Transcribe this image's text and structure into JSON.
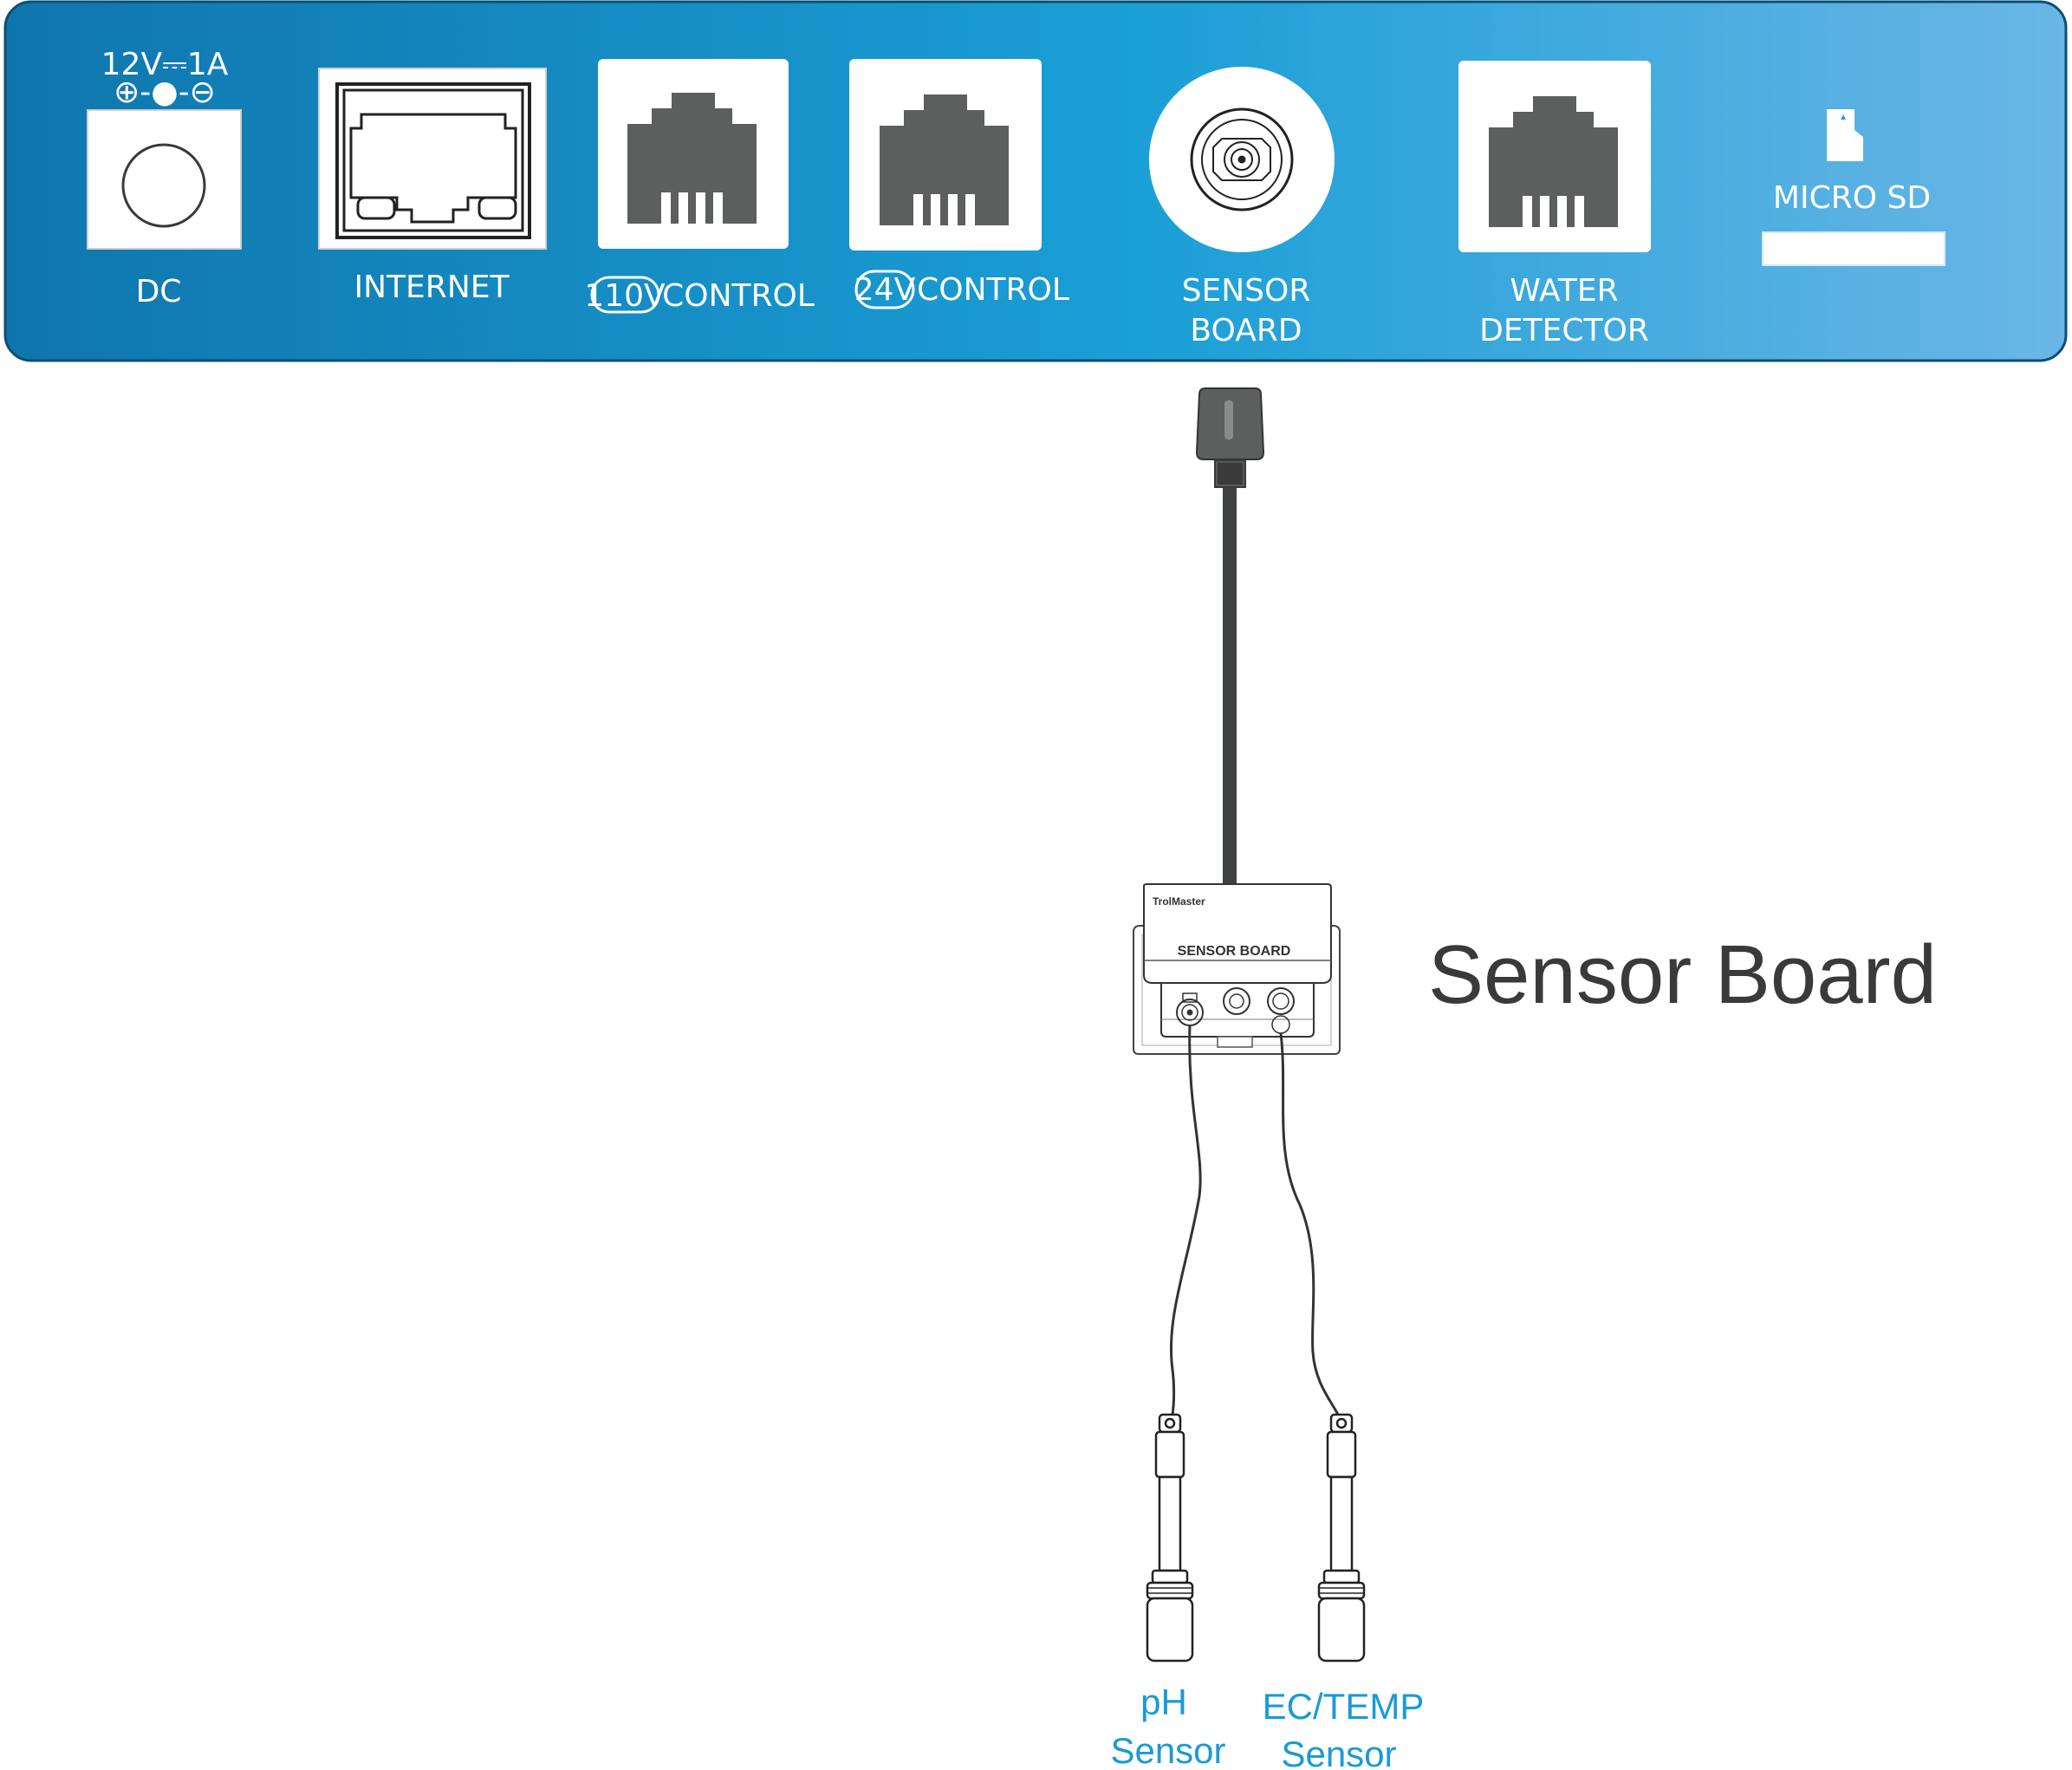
{
  "panel": {
    "dc": {
      "rating": "12V⎓1A",
      "polarity": "⊕-●-⊖",
      "label": "DC"
    },
    "internet": {
      "label": "INTERNET"
    },
    "control_110v": {
      "badge": "110V",
      "label": "CONTROL"
    },
    "control_24v": {
      "badge": "24V",
      "label": "CONTROL"
    },
    "sensor_board_port": {
      "line1": "SENSOR",
      "line2": "BOARD"
    },
    "water_detector": {
      "line1": "WATER",
      "line2": "DETECTOR"
    },
    "micro_sd": {
      "label": "MICRO SD"
    }
  },
  "device": {
    "brand": "TrolMaster",
    "label": "SENSOR BOARD"
  },
  "title": "Sensor Board",
  "probes": {
    "ph": {
      "line1": "pH",
      "line2": "Sensor"
    },
    "ec": {
      "line1": "EC/TEMP",
      "line2": "Sensor"
    }
  },
  "colors": {
    "panel_left": "#0f76ad",
    "panel_mid": "#1a9fd6",
    "panel_right": "#6ab6e6",
    "jack_grey": "#5d5f5f",
    "label_blue": "#1a9ad6",
    "title_text": "#3a3a3a"
  }
}
